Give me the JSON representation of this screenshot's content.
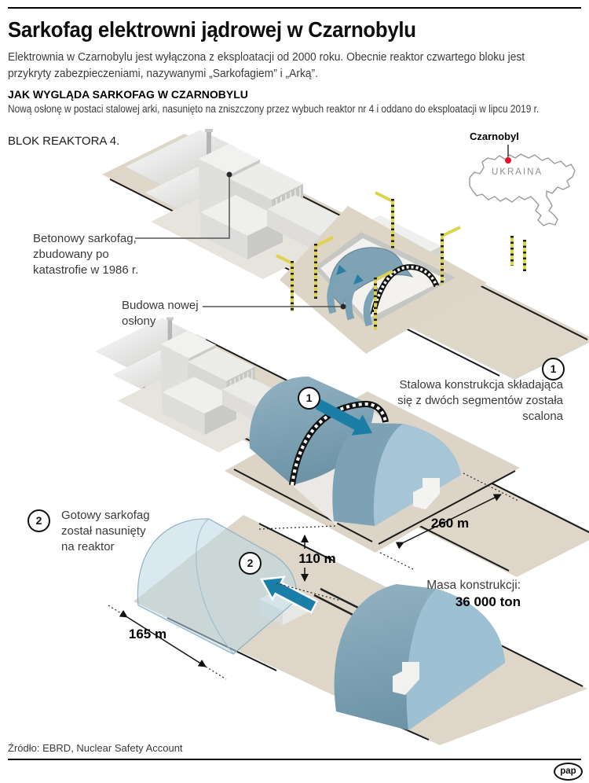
{
  "header": {
    "title": "Sarkofag elektrowni jądrowej w Czarnobylu",
    "intro": "Elektrownia w Czarnobylu jest wyłączona z eksploatacji od 2000 roku. Obecnie reaktor czwartego bloku jest przykryty zabezpieczeniami, nazywanymi „Sarkofagiem” i „Arką”.",
    "section_title": "JAK WYGLĄDA SARKOFAG W CZARNOBYLU",
    "section_text": "Nową osłonę w postaci stalowej arki, nasunięto na zniszczony przez wybuch reaktor nr 4 i oddano do eksploatacji w lipcu 2019 r."
  },
  "map": {
    "city": "Czarnobyl",
    "country": "UKRAINA"
  },
  "diagram": {
    "block_label": "BLOK REAKTORA 4.",
    "labels": {
      "old_sarcophagus": "Betonowy sarkofag, zbudowany po katastrofie w 1986 r.",
      "new_cover": "Budowa nowej osłony"
    },
    "steps": [
      {
        "num": "1",
        "text": "Stalowa konstrukcja składająca się z dwóch segmentów została scalona"
      },
      {
        "num": "2",
        "text": "Gotowy sarkofag został nasunięty na reaktor"
      }
    ],
    "dimensions": {
      "length": "260 m",
      "height": "110 m",
      "width": "165 m"
    },
    "mass": {
      "label": "Masa konstrukcji:",
      "value": "36 000 ton"
    }
  },
  "footer": {
    "source": "Źródło: EBRD, Nuclear Safety Account",
    "agency": "pap"
  },
  "colors": {
    "accent_arrow": "#1b7ea6",
    "arch_blue": "#7da2b5",
    "arch_light": "#a6c6d7",
    "dome_translucent": "#bcd7e2",
    "ground_beige": "#ded6c8",
    "marker_red": "#e8112d"
  }
}
